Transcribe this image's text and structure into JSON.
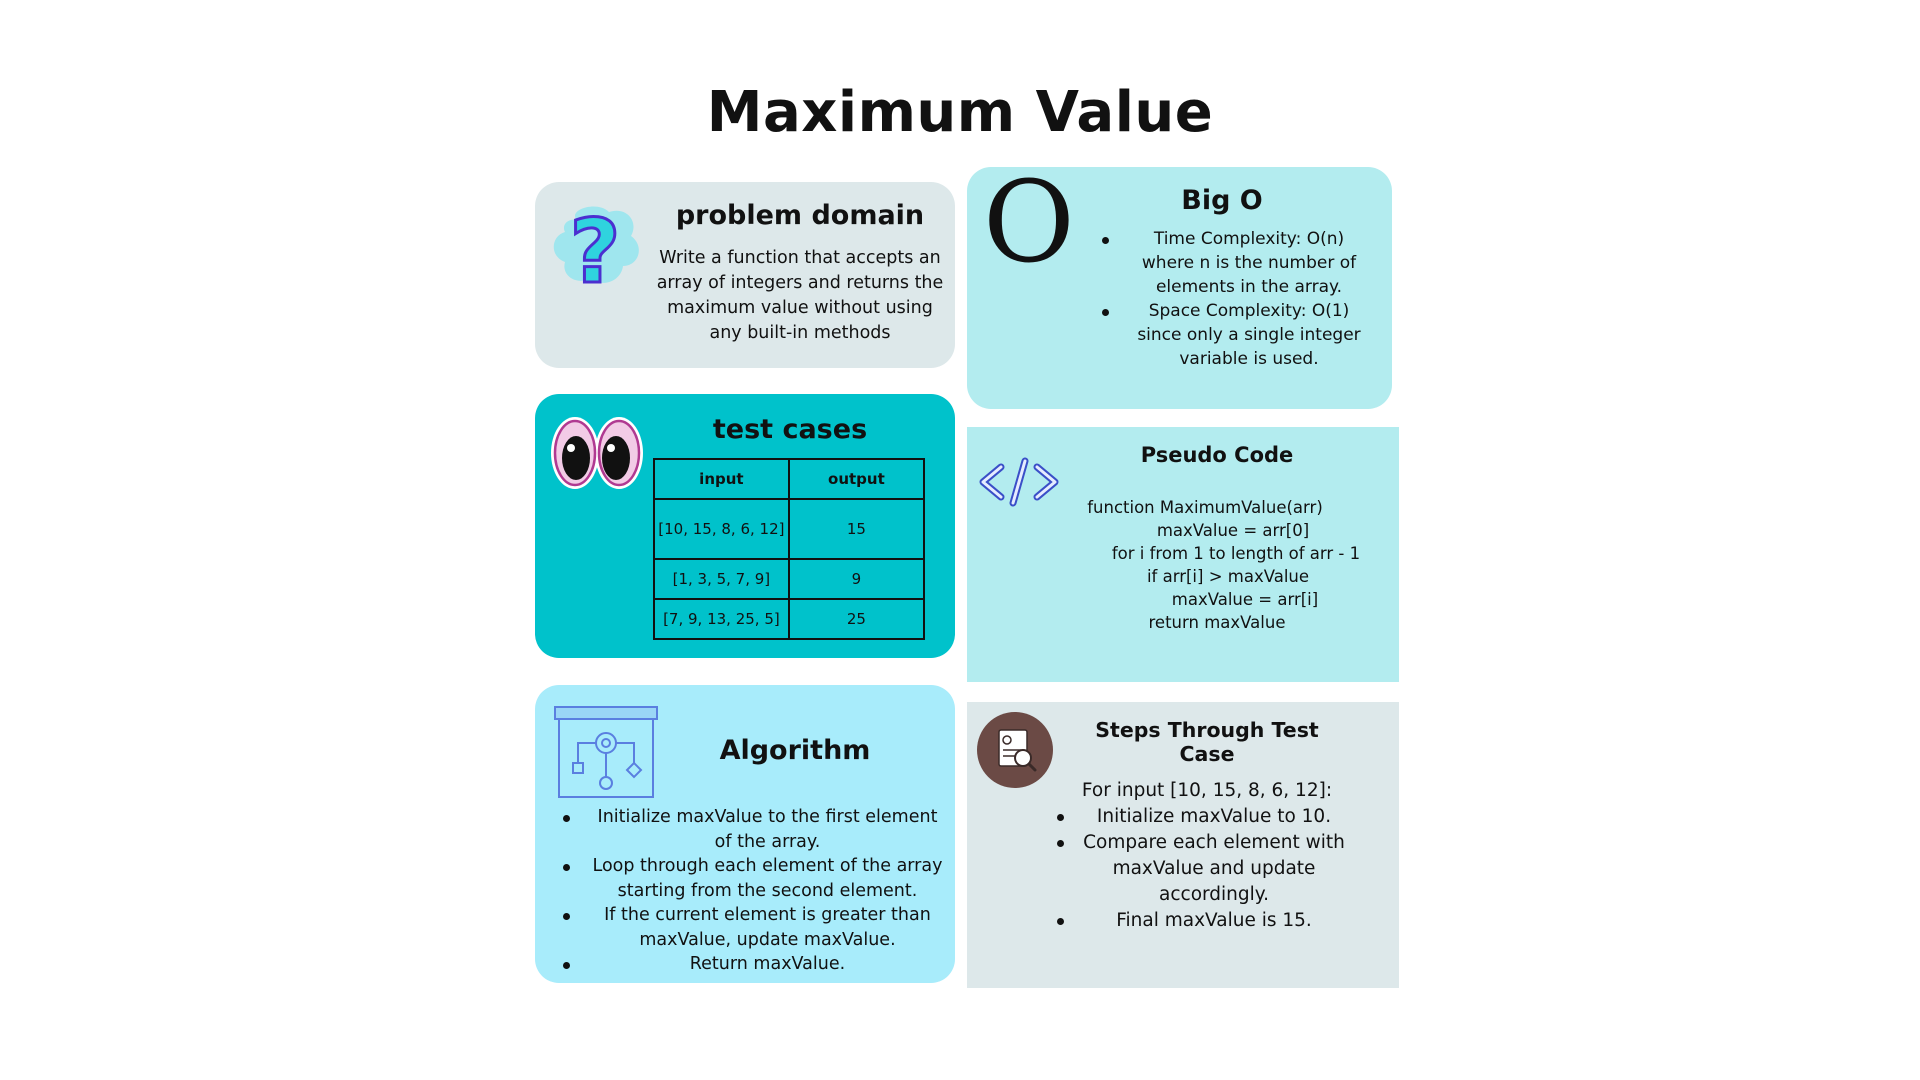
{
  "page": {
    "title": "Maximum Value"
  },
  "problem_domain": {
    "title": "problem domain",
    "text": "Write a function that accepts an array of integers and returns the maximum value without using any built-in methods"
  },
  "big_o": {
    "title": "Big O",
    "glyph": "O",
    "items": [
      "Time Complexity: O(n) where n is the number of elements in the array.",
      "Space Complexity: O(1) since only a single integer variable is used."
    ]
  },
  "test_cases": {
    "title": "test cases",
    "headers": [
      "input",
      "output"
    ],
    "rows": [
      [
        "[10, 15, 8, 6, 12]",
        "15"
      ],
      [
        "[1, 3, 5, 7, 9]",
        "9"
      ],
      [
        "[7, 9, 13, 25, 5]",
        "25"
      ]
    ]
  },
  "pseudo_code": {
    "title": "Pseudo Code",
    "lines": [
      "function MaximumValue(arr)",
      "maxValue = arr[0]",
      "for i from 1 to length of arr - 1",
      "if arr[i] > maxValue",
      "maxValue = arr[i]",
      "return maxValue"
    ]
  },
  "algorithm": {
    "title": "Algorithm",
    "items": [
      "Initialize maxValue to the first element of the array.",
      "Loop through each element of the array starting from the second element.",
      "If the current element is greater than maxValue, update maxValue.",
      "Return maxValue."
    ]
  },
  "steps": {
    "title": "Steps Through Test Case",
    "intro": "For input [10, 15, 8, 6, 12]:",
    "items": [
      "Initialize maxValue to 10.",
      "Compare each element with maxValue and update accordingly.",
      "Final maxValue is 15."
    ]
  },
  "colors": {
    "problem_card": "#dde8ea",
    "big_o_card": "#b3ecef",
    "test_card": "#00c2cb",
    "pseudo_card": "#b3ecef",
    "algorithm_card": "#a8ecfb",
    "steps_card": "#dde8ea"
  }
}
